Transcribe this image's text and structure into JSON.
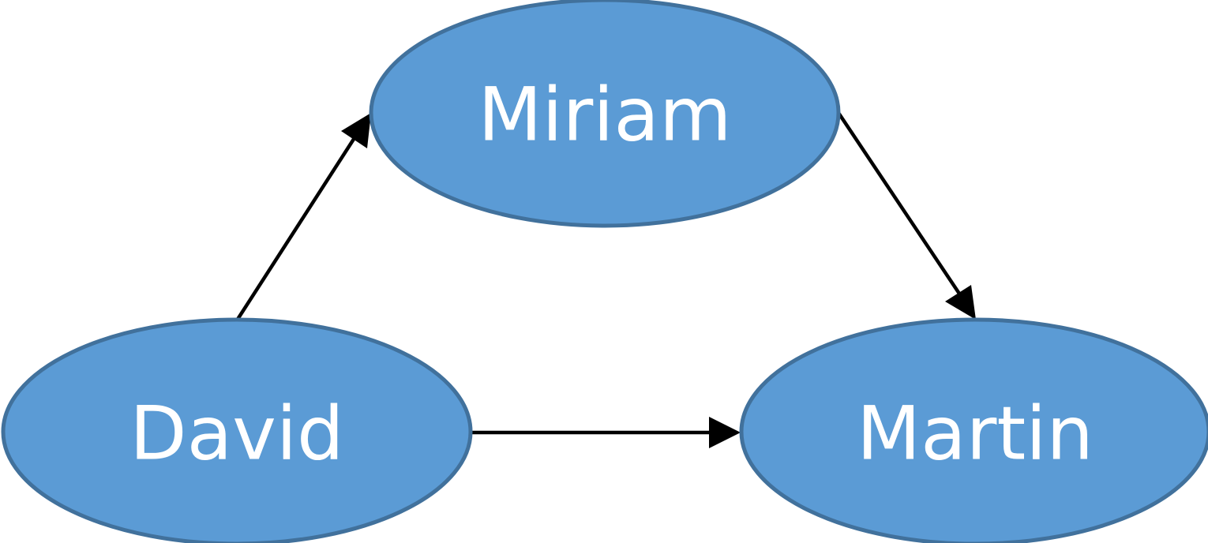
{
  "diagram": {
    "nodes": [
      {
        "id": "miriam",
        "label": "Miriam"
      },
      {
        "id": "david",
        "label": "David"
      },
      {
        "id": "martin",
        "label": "Martin"
      }
    ],
    "edges": [
      {
        "from": "david",
        "to": "miriam"
      },
      {
        "from": "miriam",
        "to": "martin"
      },
      {
        "from": "david",
        "to": "martin"
      }
    ],
    "colors": {
      "node_fill": "#5b9bd5",
      "node_stroke": "#41719c",
      "label": "#ffffff",
      "edge": "#000000"
    }
  }
}
